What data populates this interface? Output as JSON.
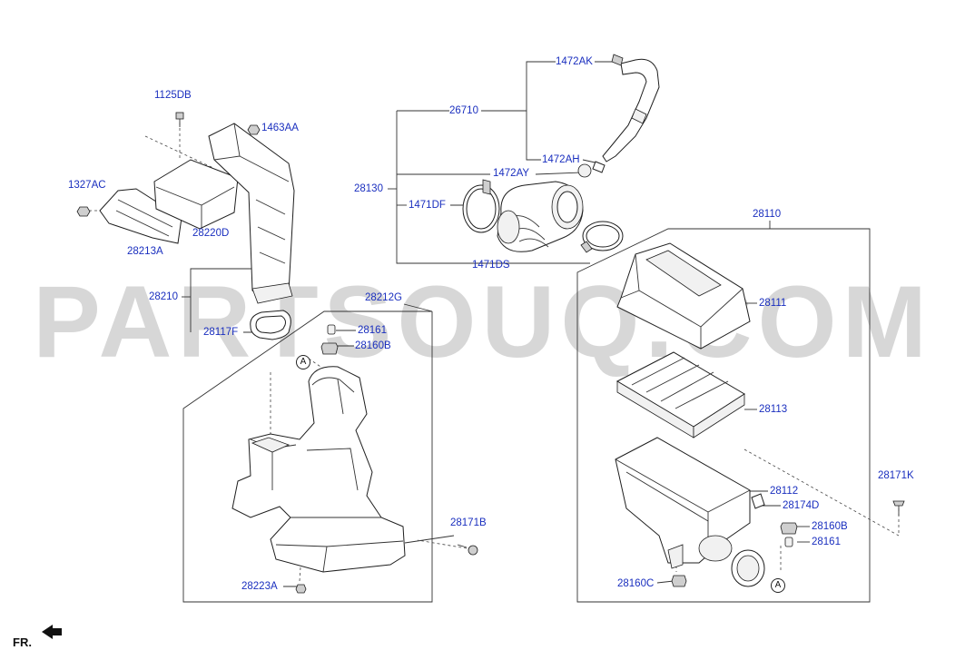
{
  "watermark": "PARTSOUQ.COM",
  "direction_label": "FR.",
  "labels": {
    "p1472AK": "1472AK",
    "p26710": "26710",
    "p1472AH": "1472AH",
    "p1472AY": "1472AY",
    "p28130": "28130",
    "p1471DF": "1471DF",
    "p1471DS": "1471DS",
    "p1125DB": "1125DB",
    "p1463AA": "1463AA",
    "p1327AC": "1327AC",
    "p28220D": "28220D",
    "p28213A": "28213A",
    "p28210": "28210",
    "p28117F": "28117F",
    "p28212G": "28212G",
    "p28161a": "28161",
    "p28160Ba": "28160B",
    "p28171Ba": "28171B",
    "p28223A": "28223A",
    "p28110": "28110",
    "p28111": "28111",
    "p28113": "28113",
    "p28112": "28112",
    "p28174D": "28174D",
    "p28160Bb": "28160B",
    "p28161b": "28161",
    "p28160C": "28160C",
    "p28171K": "28171K"
  },
  "markers": {
    "a1": "A",
    "a2": "A"
  }
}
